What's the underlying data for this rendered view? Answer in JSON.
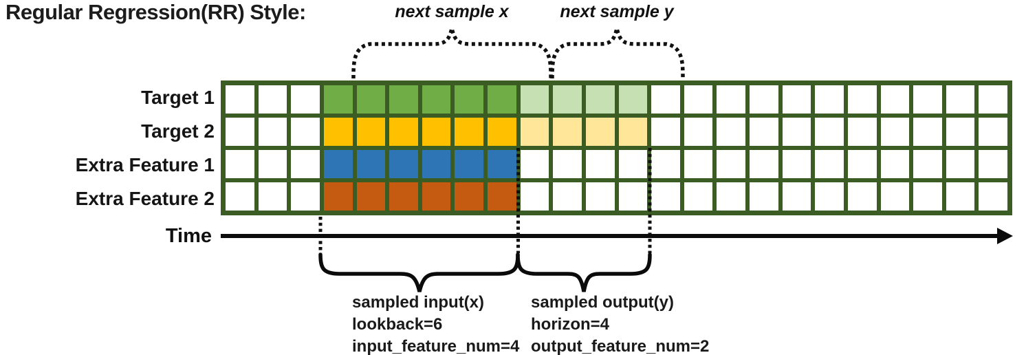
{
  "title": "Regular Regression(RR) Style:",
  "top_annotations": {
    "next_sample_x": "next sample x",
    "next_sample_y": "next sample y"
  },
  "time_axis": {
    "label": "Time"
  },
  "grid": {
    "columns": 24,
    "border_color": "#3B5C23",
    "empty_color": "#ffffff",
    "input_range": {
      "start": 3,
      "end": 9
    },
    "output_range": {
      "start": 9,
      "end": 13
    },
    "rows": [
      {
        "label": "Target 1",
        "input_color": "#70AD47",
        "output_color": "#C6E0B4"
      },
      {
        "label": "Target 2",
        "input_color": "#FFC000",
        "output_color": "#FFE699"
      },
      {
        "label": "Extra Feature 1",
        "input_color": "#2E75B6",
        "output_color": null
      },
      {
        "label": "Extra Feature 2",
        "input_color": "#C55A11",
        "output_color": null
      }
    ]
  },
  "sampled_input": {
    "title": "sampled input(x)",
    "lookback": "lookback=6",
    "feature_num": "input_feature_num=4"
  },
  "sampled_output": {
    "title": "sampled output(y)",
    "horizon": "horizon=4",
    "feature_num": "output_feature_num=2"
  }
}
